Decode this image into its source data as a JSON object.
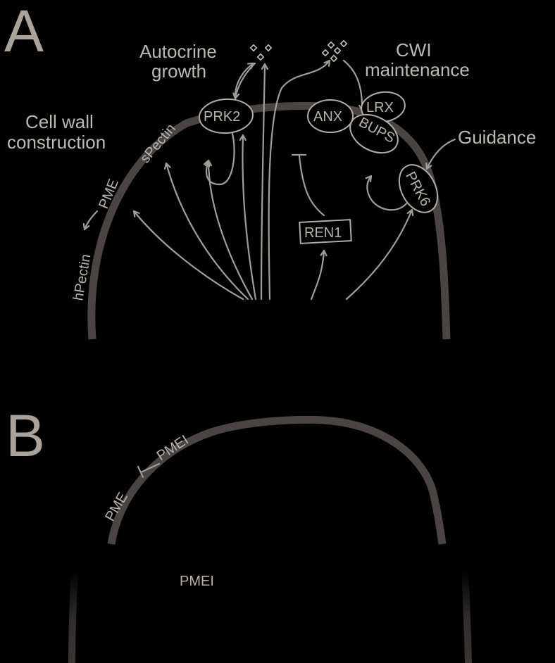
{
  "panel_a": {
    "letter": "A",
    "labels": {
      "autocrine_1": "Autocrine",
      "autocrine_2": "growth",
      "cwi_1": "CWI",
      "cwi_2": "maintenance",
      "cellwall_1": "Cell wall",
      "cellwall_2": "construction",
      "guidance": "Guidance"
    },
    "molecules": {
      "prk2": "PRK2",
      "anx": "ANX",
      "lrx": "LRX",
      "bups": "BUPS",
      "prk6": "PRK6",
      "ren1": "REN1",
      "spectin": "sPectin",
      "pme": "PME",
      "hpectin": "hPectin"
    }
  },
  "panel_b": {
    "letter": "B",
    "labels": {
      "pme": "PME",
      "pmei_wall": "PMEI",
      "pmei_cytoplasm": "PMEI"
    }
  },
  "colors": {
    "background": "#000000",
    "wall": "#4a4542",
    "text": "#bdb8b2",
    "arrow": "#a29d97"
  }
}
